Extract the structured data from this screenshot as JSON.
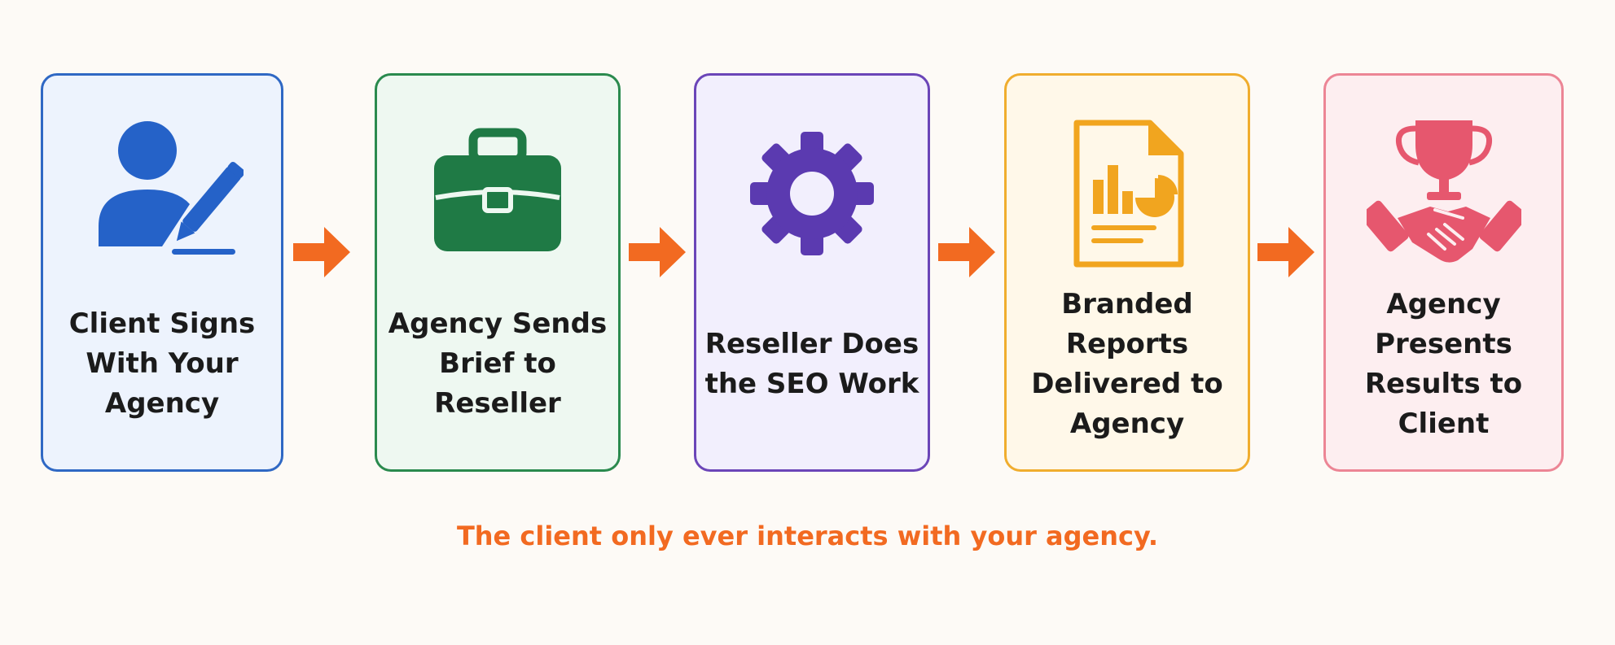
{
  "steps": [
    {
      "label": "Client Signs\nWith Your\nAgency",
      "icon": "user-signing-icon",
      "border": "#2f68c4",
      "fill": "#edf3fd",
      "accent": "#2562c8"
    },
    {
      "label": "Agency Sends\nBrief to\nReseller",
      "icon": "briefcase-icon",
      "border": "#2a8a4e",
      "fill": "#eef8f1",
      "accent": "#1f7a45"
    },
    {
      "label": "Reseller Does\nthe SEO Work",
      "icon": "gear-icon",
      "border": "#6b45b8",
      "fill": "#f2effd",
      "accent": "#5b3ab0"
    },
    {
      "label": "Branded\nReports\nDelivered to\nAgency",
      "icon": "report-document-icon",
      "border": "#f0ad2e",
      "fill": "#fff8e9",
      "accent": "#f1a51f"
    },
    {
      "label": "Agency\nPresents\nResults to\nClient",
      "icon": "trophy-handshake-icon",
      "border": "#ec8595",
      "fill": "#fdeef0",
      "accent": "#e6576e"
    }
  ],
  "arrow_color": "#f26a21",
  "caption": "The client only ever interacts with your agency."
}
